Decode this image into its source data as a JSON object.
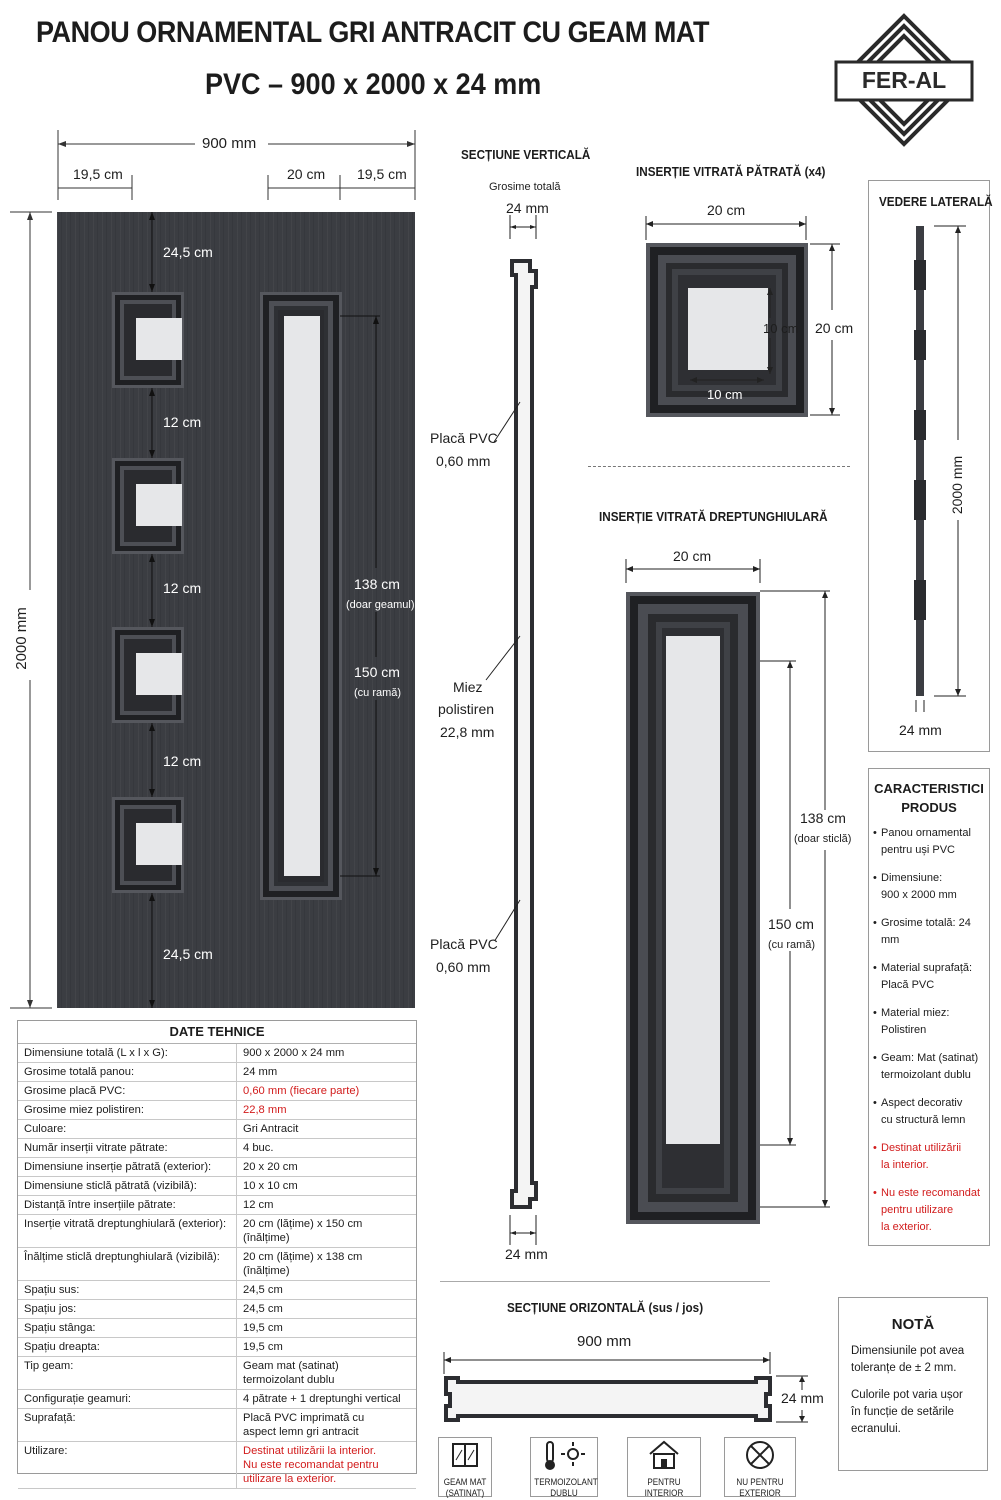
{
  "title": {
    "line1": "PANOU ORNAMENTAL GRI ANTRACIT CU GEAM MAT",
    "line2": "PVC – 900 x 2000 x 24 mm"
  },
  "logo": {
    "text": "FER-AL"
  },
  "front": {
    "total_width": "900 mm",
    "left_margin": "19,5 cm",
    "insert_width": "20 cm",
    "right_margin": "19,5 cm",
    "total_height": "2000 mm",
    "top_space": "24,5 cm",
    "gap1": "12 cm",
    "gap2": "12 cm",
    "gap3": "12 cm",
    "bottom_space": "24,5 cm",
    "glass_height": "138 cm",
    "glass_height_note": "(doar geamul)",
    "frame_height": "150 cm",
    "frame_height_note": "(cu ramă)"
  },
  "vertical_section": {
    "title": "SECȚIUNE VERTICALĂ",
    "thickness_caption": "Grosime totală",
    "thickness": "24 mm",
    "pvc_top": "Placă PVC",
    "pvc_top_value": "0,60 mm",
    "core_line1": "Miez",
    "core_line2": "polistiren",
    "core_value": "22,8 mm",
    "pvc_bottom": "Placă PVC",
    "pvc_bottom_value": "0,60 mm",
    "bottom_thickness": "24 mm"
  },
  "square_insert": {
    "title": "INSERȚIE VITRATĂ PĂTRATĂ (x4)",
    "outer_width": "20 cm",
    "outer_height": "20 cm",
    "glass_height": "10 cm",
    "glass_width": "10 cm"
  },
  "rect_insert": {
    "title": "INSERȚIE VITRATĂ DREPTUNGHIULARĂ",
    "width": "20 cm",
    "glass_height": "138 cm",
    "glass_note": "(doar sticlă)",
    "frame_height": "150 cm",
    "frame_note": "(cu ramă)"
  },
  "side_view": {
    "title": "VEDERE LATERALĂ",
    "height": "2000 mm",
    "thickness": "24 mm"
  },
  "characteristics": {
    "title_line1": "CARACTERISTICI",
    "title_line2": "PRODUS",
    "items": [
      {
        "l1": "Panou ornamental",
        "l2": "pentru uși PVC",
        "red": false
      },
      {
        "l1": "Dimensiune:",
        "l2": "900 x 2000 mm",
        "red": false
      },
      {
        "l1": "Grosime totală: 24 mm",
        "l2": "",
        "red": false
      },
      {
        "l1": "Material suprafață:",
        "l2": "Placă PVC",
        "red": false
      },
      {
        "l1": "Material miez: Polistiren",
        "l2": "",
        "red": false
      },
      {
        "l1": "Geam: Mat (satinat)",
        "l2": "termoizolant dublu",
        "red": false
      },
      {
        "l1": "Aspect decorativ",
        "l2": "cu structură lemn",
        "red": false
      },
      {
        "l1": "Destinat utilizării",
        "l2": "la interior.",
        "red": true
      },
      {
        "l1": "Nu este recomandat",
        "l2": "pentru utilizare",
        "l3": "la exterior.",
        "red": true
      }
    ]
  },
  "tech": {
    "title": "DATE TEHNICE",
    "rows": [
      {
        "k": "Dimensiune totală (L x l x G):",
        "v": "900 x 2000 x 24 mm",
        "red": false
      },
      {
        "k": "Grosime totală panou:",
        "v": "24 mm",
        "red": false
      },
      {
        "k": "Grosime placă PVC:",
        "v": "0,60 mm (fiecare parte)",
        "red": true
      },
      {
        "k": "Grosime miez polistiren:",
        "v": "22,8 mm",
        "red": true
      },
      {
        "k": "Culoare:",
        "v": "Gri Antracit",
        "red": false
      },
      {
        "k": "Număr inserții vitrate pătrate:",
        "v": "4 buc.",
        "red": false
      },
      {
        "k": "Dimensiune inserție pătrată (exterior):",
        "v": "20 x 20 cm",
        "red": false
      },
      {
        "k": "Dimensiune sticlă pătrată (vizibilă):",
        "v": "10 x 10 cm",
        "red": false
      },
      {
        "k": "Distanță între inserțiile pătrate:",
        "v": "12 cm",
        "red": false
      },
      {
        "k": "Inserție vitrată dreptunghiulară (exterior):",
        "v": "20 cm (lățime) x 150 cm (înălțime)",
        "red": false
      },
      {
        "k": "Înălțime sticlă dreptunghiulară (vizibilă):",
        "v": "20 cm (lățime) x 138 cm (înălțime)",
        "red": false
      },
      {
        "k": "Spațiu sus:",
        "v": "24,5 cm",
        "red": false
      },
      {
        "k": "Spațiu jos:",
        "v": "24,5 cm",
        "red": false
      },
      {
        "k": "Spațiu stânga:",
        "v": "19,5 cm",
        "red": false
      },
      {
        "k": "Spațiu dreapta:",
        "v": "19,5 cm",
        "red": false
      },
      {
        "k": "Tip geam:",
        "v": "Geam mat (satinat)\ntermoizolant dublu",
        "red": false
      },
      {
        "k": "Configurație geamuri:",
        "v": "4 pătrate + 1 dreptunghi vertical",
        "red": false
      },
      {
        "k": "Suprafață:",
        "v": "Placă PVC imprimată cu\naspect lemn gri antracit",
        "red": false
      },
      {
        "k": "Utilizare:",
        "v": "Destinat utilizării la interior.\nNu este recomandat pentru\nutilizare la exterior.",
        "red": true
      }
    ]
  },
  "horizontal_section": {
    "title": "SECȚIUNE ORIZONTALĂ (sus / jos)",
    "width": "900 mm",
    "thickness": "24 mm"
  },
  "icons": [
    {
      "name": "frosted-glass-icon",
      "l1": "GEAM MAT",
      "l2": "(SATINAT)"
    },
    {
      "name": "thermal-insulation-icon",
      "l1": "TERMOIZOLANT",
      "l2": "DUBLU"
    },
    {
      "name": "indoor-house-icon",
      "l1": "PENTRU",
      "l2": "INTERIOR"
    },
    {
      "name": "no-outdoor-icon",
      "l1": "NU PENTRU",
      "l2": "EXTERIOR"
    }
  ],
  "note": {
    "title": "NOTĂ",
    "p1": "Dimensiunile pot avea toleranțe de ± 2 mm.",
    "p2": "Culorile pot varia ușor în funcție de setările ecranului."
  },
  "colors": {
    "panel": "#3b3d42",
    "glass": "#e6e7e9",
    "accent_red": "#d21c1c"
  }
}
